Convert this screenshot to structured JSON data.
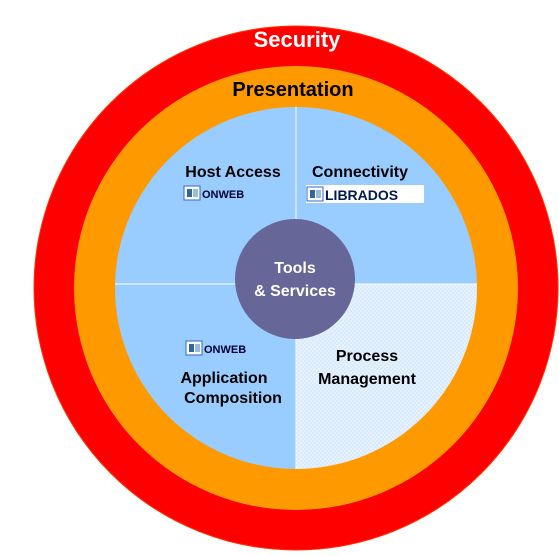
{
  "rings": {
    "outer": {
      "label": "Security",
      "color": "#ff0000"
    },
    "middle": {
      "label": "Presentation",
      "color": "#ff9900"
    }
  },
  "quadrants": {
    "top_left": {
      "label": "Host Access",
      "logo": "ONWEB",
      "color": "#99ccff"
    },
    "top_right": {
      "label": "Connectivity",
      "logo": "LIBRADOS",
      "color": "#99ccff"
    },
    "bottom_left": {
      "label_line1": "Application",
      "label_line2": "Composition",
      "logo": "ONWEB",
      "color": "#99ccff"
    },
    "bottom_right": {
      "label_line1": "Process",
      "label_line2": "Management",
      "color": "#e6f2ff"
    }
  },
  "center": {
    "label_line1": "Tools",
    "label_line2": "& Services",
    "color": "#666699"
  }
}
